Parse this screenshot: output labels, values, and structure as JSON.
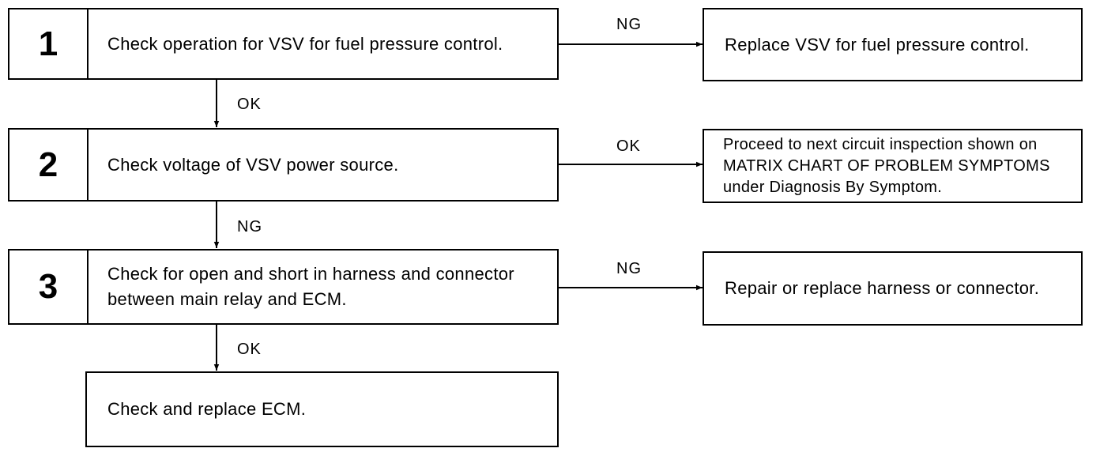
{
  "steps": [
    {
      "number": "1",
      "text": "Check operation for VSV for fuel pressure control."
    },
    {
      "number": "2",
      "text": "Check voltage of VSV power source."
    },
    {
      "number": "3",
      "text": "Check for open and short in harness and connector between main relay and ECM."
    }
  ],
  "final_step": {
    "text": "Check and replace ECM."
  },
  "results": [
    {
      "text": "Replace VSV for fuel pressure control."
    },
    {
      "text": "Proceed to next circuit inspection shown on MATRIX CHART OF PROBLEM SYMPTOMS under Diagnosis By Symptom."
    },
    {
      "text": "Repair or replace harness or connector."
    }
  ],
  "branch_labels": {
    "step1_right": "NG",
    "step1_down": "OK",
    "step2_right": "OK",
    "step2_down": "NG",
    "step3_right": "NG",
    "step3_down": "OK"
  }
}
